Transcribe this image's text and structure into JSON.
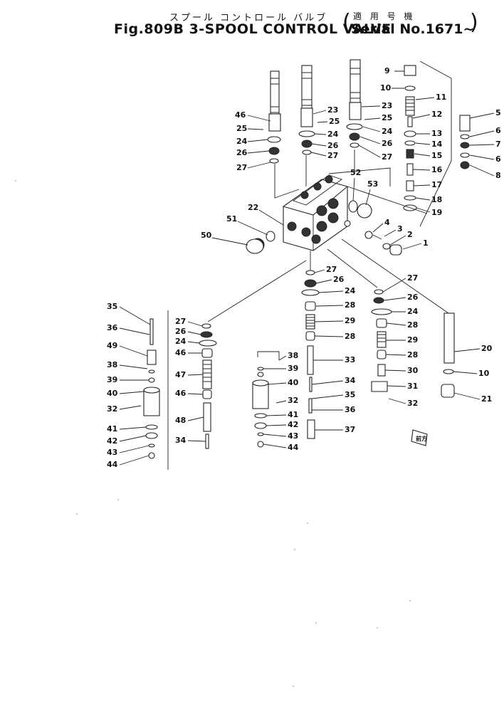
{
  "header": {
    "figure_title_jp": "スプール コントロール バルブ",
    "figure_title": "Fig.809B 3-SPOOL CONTROL VALVE",
    "serial_label_jp": "適 用 号 機",
    "serial_text": "Serial No.1671~",
    "paren_open": "(",
    "paren_close": ")"
  },
  "diagram": {
    "part_numbers": [
      "1",
      "2",
      "3",
      "4",
      "5",
      "6",
      "7",
      "8",
      "9",
      "10",
      "11",
      "12",
      "13",
      "14",
      "15",
      "16",
      "17",
      "18",
      "19",
      "20",
      "21",
      "22",
      "23",
      "24",
      "25",
      "26",
      "27",
      "28",
      "29",
      "30",
      "31",
      "32",
      "33",
      "34",
      "35",
      "36",
      "37",
      "38",
      "39",
      "40",
      "41",
      "42",
      "43",
      "44",
      "46",
      "47",
      "48",
      "49",
      "50",
      "51",
      "52",
      "53"
    ],
    "labels": [
      {
        "id": "lbl-9a",
        "text": "9"
      },
      {
        "id": "lbl-10a",
        "text": "10"
      },
      {
        "id": "lbl-11",
        "text": "11"
      },
      {
        "id": "lbl-12",
        "text": "12"
      },
      {
        "id": "lbl-13",
        "text": "13"
      },
      {
        "id": "lbl-14",
        "text": "14"
      },
      {
        "id": "lbl-15",
        "text": "15"
      },
      {
        "id": "lbl-16",
        "text": "16"
      },
      {
        "id": "lbl-17",
        "text": "17"
      },
      {
        "id": "lbl-18",
        "text": "18"
      },
      {
        "id": "lbl-19",
        "text": "19"
      },
      {
        "id": "lbl-5",
        "text": "5"
      },
      {
        "id": "lbl-6a",
        "text": "6"
      },
      {
        "id": "lbl-7",
        "text": "7"
      },
      {
        "id": "lbl-6b",
        "text": "6"
      },
      {
        "id": "lbl-8",
        "text": "8"
      },
      {
        "id": "lbl-46a",
        "text": "46"
      },
      {
        "id": "lbl-25a",
        "text": "25"
      },
      {
        "id": "lbl-24a",
        "text": "24"
      },
      {
        "id": "lbl-26a",
        "text": "26"
      },
      {
        "id": "lbl-27a",
        "text": "27"
      },
      {
        "id": "lbl-23a",
        "text": "23"
      },
      {
        "id": "lbl-25b",
        "text": "25"
      },
      {
        "id": "lbl-24b",
        "text": "24"
      },
      {
        "id": "lbl-26b",
        "text": "26"
      },
      {
        "id": "lbl-27b",
        "text": "27"
      },
      {
        "id": "lbl-23b",
        "text": "23"
      },
      {
        "id": "lbl-25c",
        "text": "25"
      },
      {
        "id": "lbl-24c",
        "text": "24"
      },
      {
        "id": "lbl-26c",
        "text": "26"
      },
      {
        "id": "lbl-27c",
        "text": "27"
      },
      {
        "id": "lbl-52",
        "text": "52"
      },
      {
        "id": "lbl-53",
        "text": "53"
      },
      {
        "id": "lbl-22",
        "text": "22"
      },
      {
        "id": "lbl-51",
        "text": "51"
      },
      {
        "id": "lbl-50",
        "text": "50"
      },
      {
        "id": "lbl-4",
        "text": "4"
      },
      {
        "id": "lbl-3",
        "text": "3"
      },
      {
        "id": "lbl-2",
        "text": "2"
      },
      {
        "id": "lbl-1",
        "text": "1"
      },
      {
        "id": "lbl-27d",
        "text": "27"
      },
      {
        "id": "lbl-26d",
        "text": "26"
      },
      {
        "id": "lbl-24d",
        "text": "24"
      },
      {
        "id": "lbl-28a",
        "text": "28"
      },
      {
        "id": "lbl-29a",
        "text": "29"
      },
      {
        "id": "lbl-28b",
        "text": "28"
      },
      {
        "id": "lbl-33",
        "text": "33"
      },
      {
        "id": "lbl-34a",
        "text": "34"
      },
      {
        "id": "lbl-35a",
        "text": "35"
      },
      {
        "id": "lbl-36a",
        "text": "36"
      },
      {
        "id": "lbl-37",
        "text": "37"
      },
      {
        "id": "lbl-27e",
        "text": "27"
      },
      {
        "id": "lbl-26e",
        "text": "26"
      },
      {
        "id": "lbl-24e",
        "text": "24"
      },
      {
        "id": "lbl-28c",
        "text": "28"
      },
      {
        "id": "lbl-29b",
        "text": "29"
      },
      {
        "id": "lbl-28d",
        "text": "28"
      },
      {
        "id": "lbl-30",
        "text": "30"
      },
      {
        "id": "lbl-31",
        "text": "31"
      },
      {
        "id": "lbl-32a",
        "text": "32"
      },
      {
        "id": "lbl-20",
        "text": "20"
      },
      {
        "id": "lbl-10b",
        "text": "10"
      },
      {
        "id": "lbl-21",
        "text": "21"
      },
      {
        "id": "lbl-35b",
        "text": "35"
      },
      {
        "id": "lbl-36b",
        "text": "36"
      },
      {
        "id": "lbl-49",
        "text": "49"
      },
      {
        "id": "lbl-38a",
        "text": "38"
      },
      {
        "id": "lbl-39a",
        "text": "39"
      },
      {
        "id": "lbl-40a",
        "text": "40"
      },
      {
        "id": "lbl-32b",
        "text": "32"
      },
      {
        "id": "lbl-41a",
        "text": "41"
      },
      {
        "id": "lbl-42a",
        "text": "42"
      },
      {
        "id": "lbl-43a",
        "text": "43"
      },
      {
        "id": "lbl-44a",
        "text": "44"
      },
      {
        "id": "lbl-27f",
        "text": "27"
      },
      {
        "id": "lbl-26f",
        "text": "26"
      },
      {
        "id": "lbl-24f",
        "text": "24"
      },
      {
        "id": "lbl-46b",
        "text": "46"
      },
      {
        "id": "lbl-47",
        "text": "47"
      },
      {
        "id": "lbl-46c",
        "text": "46"
      },
      {
        "id": "lbl-48",
        "text": "48"
      },
      {
        "id": "lbl-34b",
        "text": "34"
      },
      {
        "id": "lbl-38b",
        "text": "38"
      },
      {
        "id": "lbl-39b",
        "text": "39"
      },
      {
        "id": "lbl-40b",
        "text": "40"
      },
      {
        "id": "lbl-32c",
        "text": "32"
      },
      {
        "id": "lbl-41b",
        "text": "41"
      },
      {
        "id": "lbl-42b",
        "text": "42"
      },
      {
        "id": "lbl-43b",
        "text": "43"
      },
      {
        "id": "lbl-44b",
        "text": "44"
      }
    ],
    "direction_mark": "前方"
  }
}
